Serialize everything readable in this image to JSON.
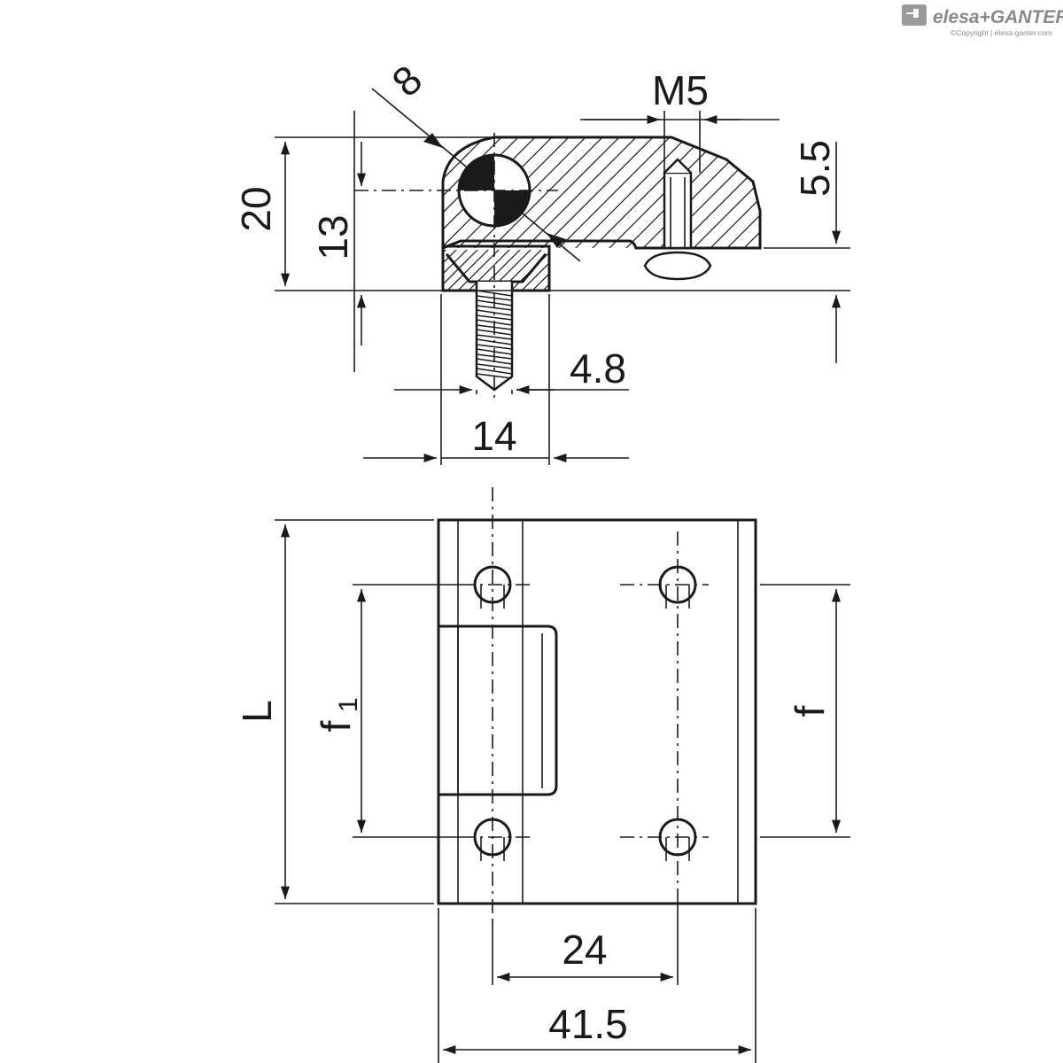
{
  "brand": {
    "name": "elesa+GANTER",
    "copyright": "©Copyright | elesa-ganter.com"
  },
  "side_view": {
    "pin_symbol": "8",
    "thread": "M5",
    "height_total": "20",
    "height_mid": "13",
    "height_screw": "5.5",
    "width_base": "14",
    "screw_diameter": "4.8"
  },
  "top_view": {
    "length": "L",
    "hole_spacing_left": "f",
    "hole_spacing_left_sub": "1",
    "hole_spacing_right": "f",
    "hole_pitch": "24",
    "overall_width": "41.5"
  }
}
